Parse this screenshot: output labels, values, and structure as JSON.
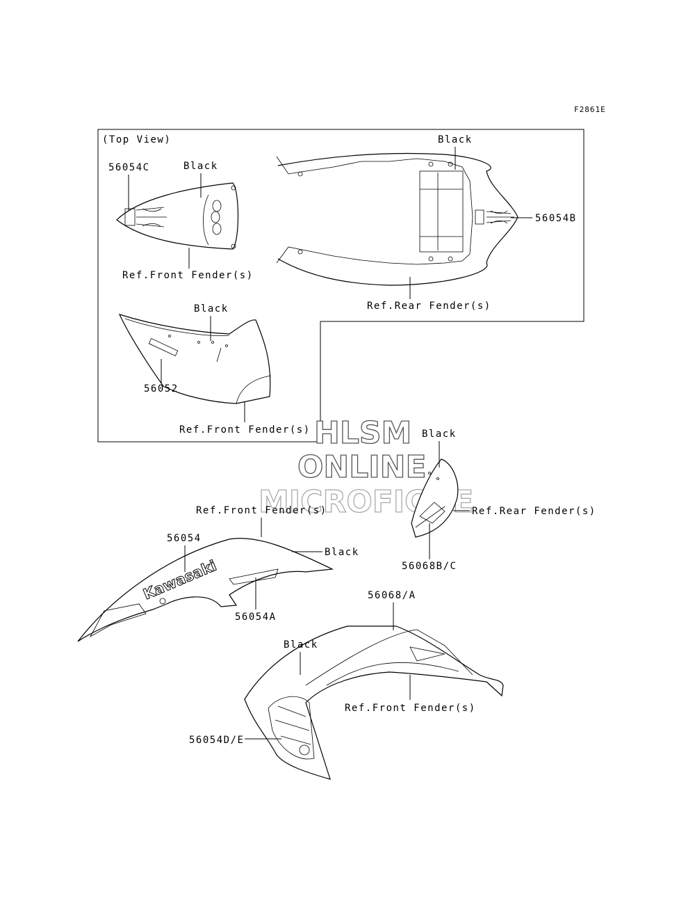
{
  "figure_code": "F2861E",
  "top_view_label": "(Top View)",
  "watermark": {
    "line1": "HLSM",
    "line2": "ONLINE",
    "line3": "MICROFICHE"
  },
  "labels": {
    "tv_front_black": "Black",
    "tv_front_code": "56054C",
    "tv_front_ref": "Ref.Front Fender(s)",
    "tv_rear_black": "Black",
    "tv_rear_code": "56054B",
    "tv_rear_ref": "Ref.Rear Fender(s)",
    "tv_side_black": "Black",
    "tv_side_code": "56052",
    "tv_side_ref": "Ref.Front Fender(s)",
    "rf_black": "Black",
    "rf_ref": "Ref.Rear Fender(s)",
    "rf_code": "56068B/C",
    "lf_ref": "Ref.Front Fender(s)",
    "lf_code": "56054",
    "lf_black": "Black",
    "lf_code_a": "56054A",
    "lf_brand": "Kawasaki",
    "bf_code": "56068/A",
    "bf_black": "Black",
    "bf_ref": "Ref.Front Fender(s)",
    "bf_code_de": "56054D/E"
  }
}
